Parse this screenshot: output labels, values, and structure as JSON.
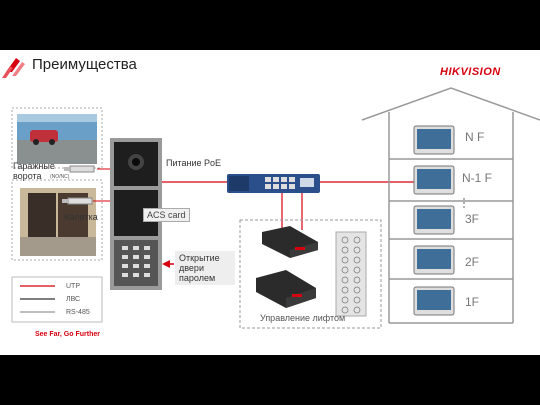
{
  "header": {
    "title": "Преимущества",
    "brand": "HIKVISION"
  },
  "labels": {
    "garage_line1": "Гаражные",
    "garage_line2": "ворота",
    "no_nc": "(NO/NC)",
    "gate": "Калитка",
    "poe": "Питание PoE",
    "acs_card": "ACS card",
    "password_line1": "Открытие",
    "password_line2": "двери",
    "password_line3": "паролем",
    "elevator": "Управление лифтом"
  },
  "floors": [
    "N F",
    "N-1 F",
    "3F",
    "2F",
    "1F"
  ],
  "legend": [
    {
      "label": "UTP",
      "color": "#d7000f"
    },
    {
      "label": "ЛВС",
      "color": "#333333"
    },
    {
      "label": "RS-485",
      "color": "#999999"
    }
  ],
  "footer": {
    "tagline": "See Far, Go Further"
  },
  "colors": {
    "accent": "#d7000f",
    "switch_blue": "#2a4f8a",
    "dashed": "#999999"
  }
}
